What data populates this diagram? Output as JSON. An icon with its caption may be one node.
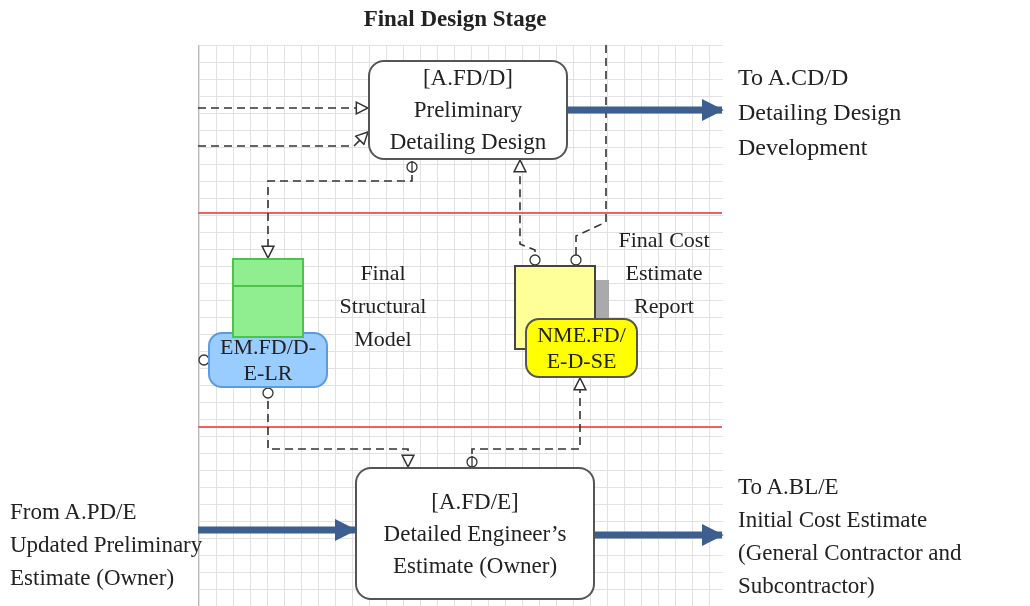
{
  "diagram": {
    "title": "Final Design Stage",
    "nodes": [
      {
        "text": [
          "[A.FD/D]",
          "Preliminary Detailing Design"
        ]
      },
      {
        "text": [
          "To A.CD/D",
          "Detailing Design Development"
        ]
      },
      {
        "text": [
          "EM.FD/D-E-LR"
        ],
        "beside": [
          "Final Structural Model"
        ]
      },
      {
        "text": [],
        "shape": "box"
      },
      {
        "text": [],
        "shape": "box"
      },
      {
        "text": [
          "NME.FD/ E-D-SE"
        ],
        "beside": [
          "Final Cost Estimate Report"
        ]
      },
      {
        "text": [
          "[A.FD/E]",
          "Detailed Engineer’s Estimate (Owner)"
        ]
      },
      {
        "text": [
          "From A.PD/E",
          "Updated Preliminary Estimate (Owner)"
        ]
      },
      {
        "text": [
          "To A.BL/E",
          "Initial Cost Estimate (General Contractor and Subcontractor)"
        ]
      }
    ],
    "edges": [
      {
        "from": null,
        "to": 0,
        "arrow": "to",
        "style": "dashed"
      },
      {
        "from": null,
        "to": 0,
        "arrow": "to",
        "style": "dashed"
      },
      {
        "from": 0,
        "to": 3,
        "arrow": "to",
        "style": "dashed"
      },
      {
        "from": 4,
        "to": 0,
        "arrow": "to",
        "style": "dashed"
      },
      {
        "from": null,
        "to": 4,
        "arrow": "other",
        "style": "dashed"
      },
      {
        "from": 2,
        "to": 6,
        "arrow": "to",
        "style": "dashed"
      },
      {
        "from": 6,
        "to": 5,
        "arrow": "to",
        "style": "dashed"
      },
      {
        "from": 7,
        "to": 6,
        "arrow": "to",
        "style": "thick",
        "color": "#3d5f8f"
      },
      {
        "from": 6,
        "to": 8,
        "arrow": "to",
        "style": "thick",
        "color": "#3d5f8f"
      },
      {
        "from": 0,
        "to": 1,
        "arrow": "to",
        "style": "thick",
        "color": "#3d5f8f"
      }
    ]
  }
}
